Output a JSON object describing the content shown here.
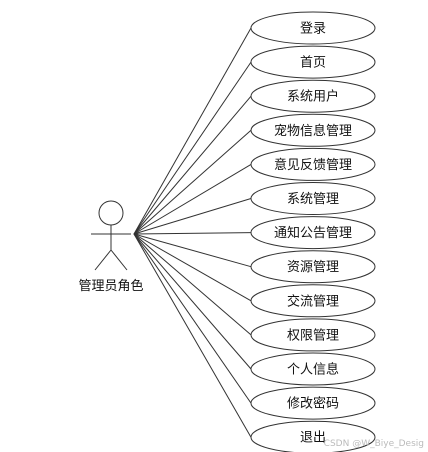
{
  "actor": {
    "label": "管理员角色"
  },
  "use_cases": [
    {
      "label": "登录"
    },
    {
      "label": "首页"
    },
    {
      "label": "系统用户"
    },
    {
      "label": "宠物信息管理"
    },
    {
      "label": "意见反馈管理"
    },
    {
      "label": "系统管理"
    },
    {
      "label": "通知公告管理"
    },
    {
      "label": "资源管理"
    },
    {
      "label": "交流管理"
    },
    {
      "label": "权限管理"
    },
    {
      "label": "个人信息"
    },
    {
      "label": "修改密码"
    },
    {
      "label": "退出"
    }
  ],
  "watermark": "CSDN @W_Biye_Desig"
}
